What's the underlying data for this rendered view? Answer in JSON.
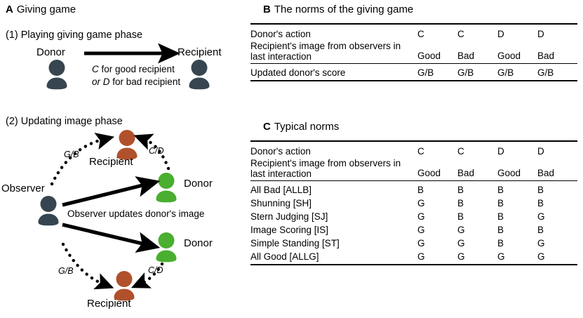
{
  "panels": {
    "a": {
      "letter": "A",
      "title": "Giving game"
    },
    "b": {
      "letter": "B",
      "title": "The norms of the giving game"
    },
    "c": {
      "letter": "C",
      "title": "Typical norms"
    }
  },
  "panel_a": {
    "phase1": {
      "title": "(1) Playing giving game phase",
      "donor_label": "Donor",
      "recipient_label": "Recipient",
      "action_line1_pre": "C",
      "action_line1_post": " for good recipient",
      "action_line2_pre": "or D",
      "action_line2_post": " for bad recipient",
      "action_full": "C for good recipient or D for bad recipient"
    },
    "phase2": {
      "title": "(2) Updating image phase",
      "observer_label": "Observer",
      "recipient_top_label": "Recipient",
      "recipient_bottom_label": "Recipient",
      "donor_top_label": "Donor",
      "donor_bottom_label": "Donor",
      "update_caption": "Observer updates donor's image",
      "image_label_top": "G/B",
      "action_label_top": "C/D",
      "image_label_bottom": "G/B",
      "action_label_bottom": "C/D"
    }
  },
  "colors": {
    "observer": "#36454f",
    "donor_green": "#4aae30",
    "recipient_brown": "#b0512c",
    "arrow_black": "#000000",
    "rule": "#000000"
  },
  "table_b": {
    "row_labels": [
      "Donor's action",
      "Recipient's image from observers in last interaction",
      "Updated donor's score"
    ],
    "donor_action": [
      "C",
      "C",
      "D",
      "D"
    ],
    "recipient_image": [
      "Good",
      "Bad",
      "Good",
      "Bad"
    ],
    "updated_score": [
      "G/B",
      "G/B",
      "G/B",
      "G/B"
    ]
  },
  "table_c": {
    "row_labels": [
      "Donor's action",
      "Recipient's image from observers in last interaction"
    ],
    "donor_action": [
      "C",
      "C",
      "D",
      "D"
    ],
    "recipient_image": [
      "Good",
      "Bad",
      "Good",
      "Bad"
    ],
    "norms": [
      {
        "name": "All Bad [ALLB]",
        "values": [
          "B",
          "B",
          "B",
          "B"
        ]
      },
      {
        "name": "Shunning [SH]",
        "values": [
          "G",
          "B",
          "B",
          "B"
        ]
      },
      {
        "name": "Stern Judging [SJ]",
        "values": [
          "G",
          "B",
          "B",
          "G"
        ]
      },
      {
        "name": "Image Scoring [IS]",
        "values": [
          "G",
          "G",
          "B",
          "B"
        ]
      },
      {
        "name": "Simple Standing [ST]",
        "values": [
          "G",
          "G",
          "B",
          "G"
        ]
      },
      {
        "name": "All Good [ALLG]",
        "values": [
          "G",
          "G",
          "G",
          "G"
        ]
      }
    ]
  },
  "icons": {
    "person": "person-icon"
  }
}
